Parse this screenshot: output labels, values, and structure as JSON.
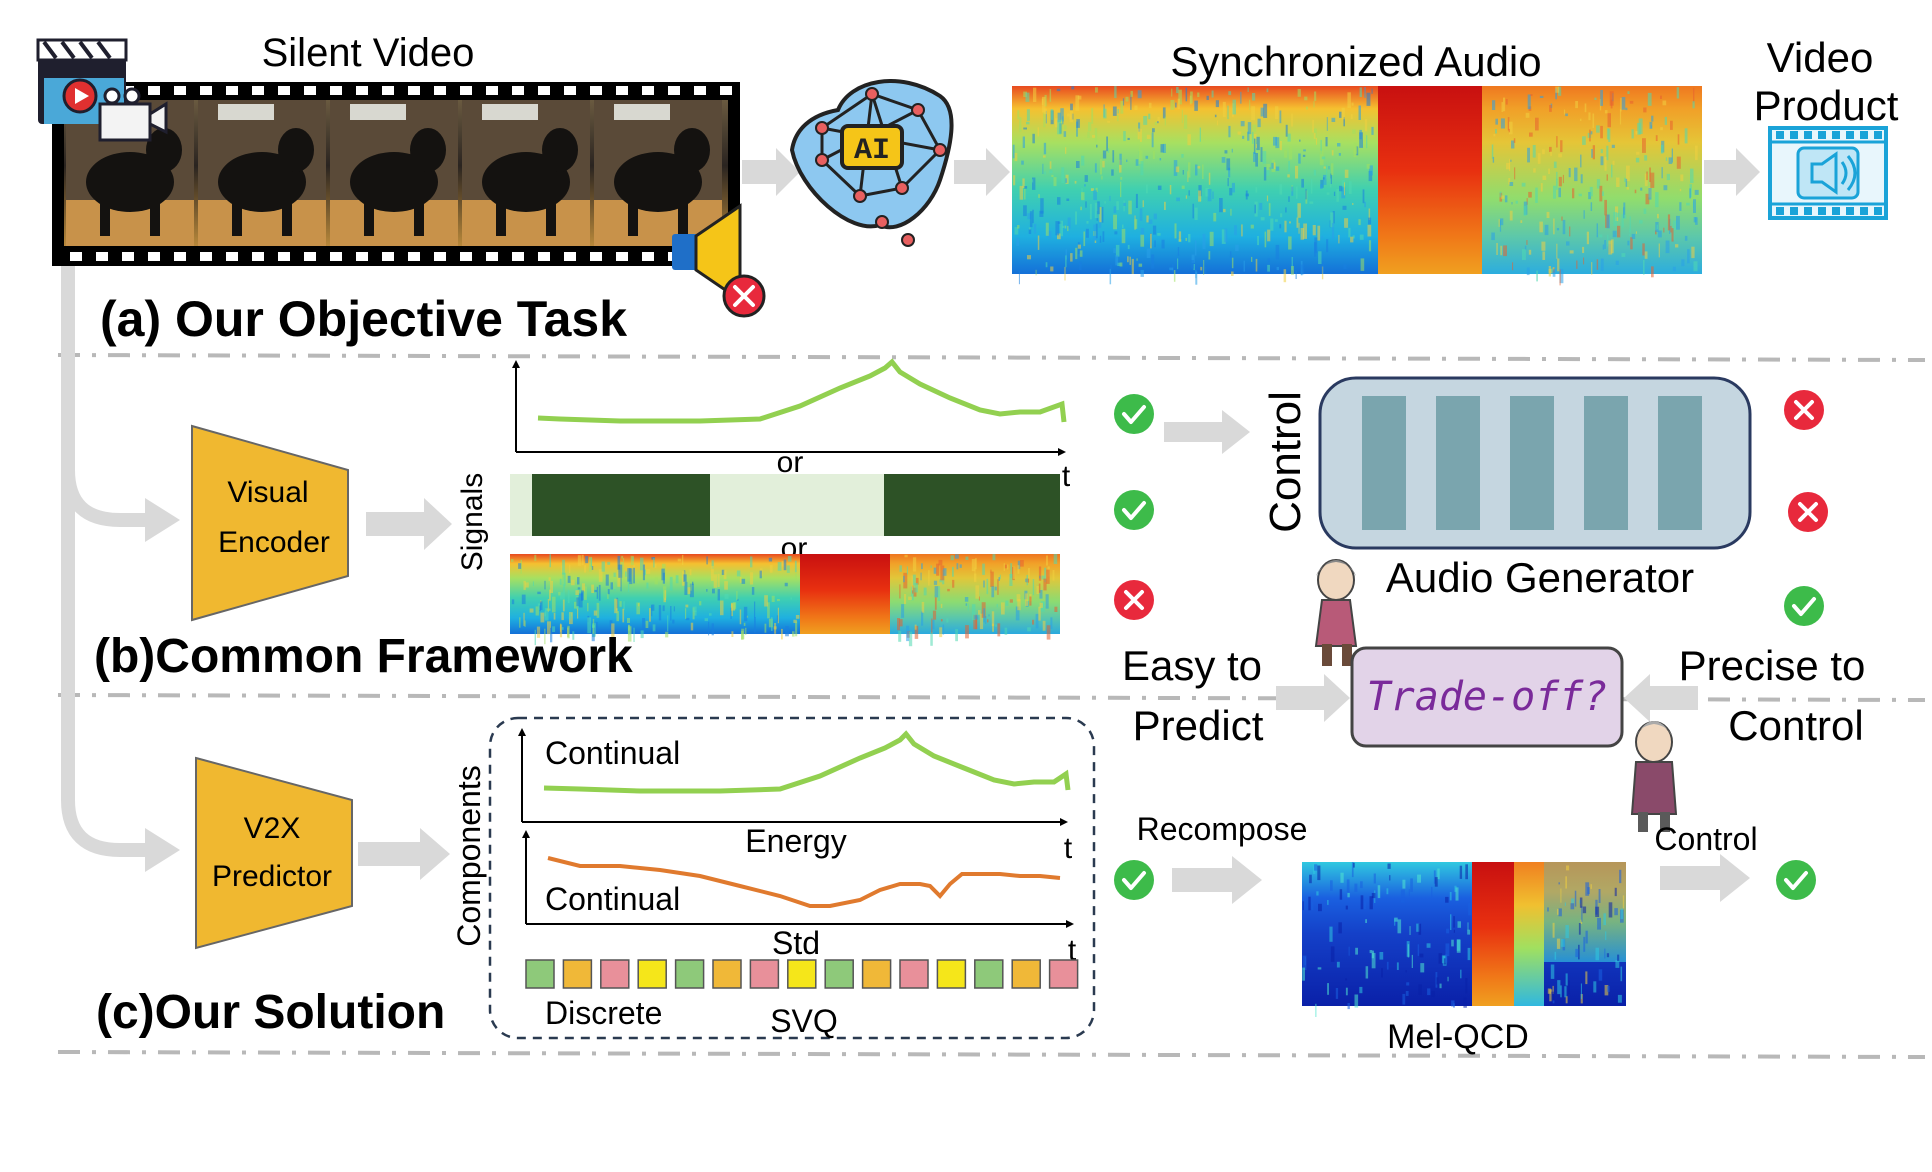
{
  "section_a": {
    "title": "(a) Our Objective Task",
    "silent_video_label": "Silent Video",
    "ai_badge": "AI",
    "synced_audio_label": "Synchronized Audio",
    "video_product_line1": "Video",
    "video_product_line2": "Product"
  },
  "section_b": {
    "title": "(b)Common Framework",
    "encoder_line1": "Visual",
    "encoder_line2": "Encoder",
    "signals_label": "Signals",
    "or_label_1": "or",
    "or_label_2": "or",
    "t_label": "t",
    "control_label": "Control",
    "generator_label": "Audio Generator",
    "easy_line1": "Easy to",
    "easy_line2": "Predict",
    "precise_line1": "Precise to",
    "precise_line2": "Control",
    "tradeoff_label": "Trade-off?"
  },
  "section_c": {
    "title": "(c)Our Solution",
    "predictor_line1": "V2X",
    "predictor_line2": "Predictor",
    "components_label": "Components",
    "continual_1": "Continual",
    "energy_label": "Energy",
    "t_label_1": "t",
    "continual_2": "Continual",
    "std_label": "Std",
    "t_label_2": "t",
    "discrete_label": "Discrete",
    "svq_label": "SVQ",
    "recompose_label": "Recompose",
    "control_label": "Control",
    "melqcd_label": "Mel-QCD"
  },
  "colors": {
    "arrow_gray": "#d9d9d9",
    "encoder_gold": "#f0b830",
    "signal_green": "#92d050",
    "bar_dark_green": "#2d5226",
    "bar_light_green": "#e2efda",
    "std_orange": "#e07a2e",
    "generator_fill": "#c5d6e0",
    "generator_bar": "#7aa5ae",
    "tradeoff_fill": "#e2d3e8",
    "tradeoff_text": "#7a2a9a",
    "check_green": "#3dbb4a",
    "cross_red": "#e8293c"
  },
  "discrete_tokens": [
    "#8ec97a",
    "#f0b838",
    "#e8909a",
    "#f5e61a",
    "#8ec97a",
    "#f0b838",
    "#e8909a",
    "#f5e61a",
    "#8ec97a",
    "#f0b838",
    "#e8909a",
    "#f5e61a",
    "#8ec97a",
    "#f0b838",
    "#e8909a"
  ]
}
